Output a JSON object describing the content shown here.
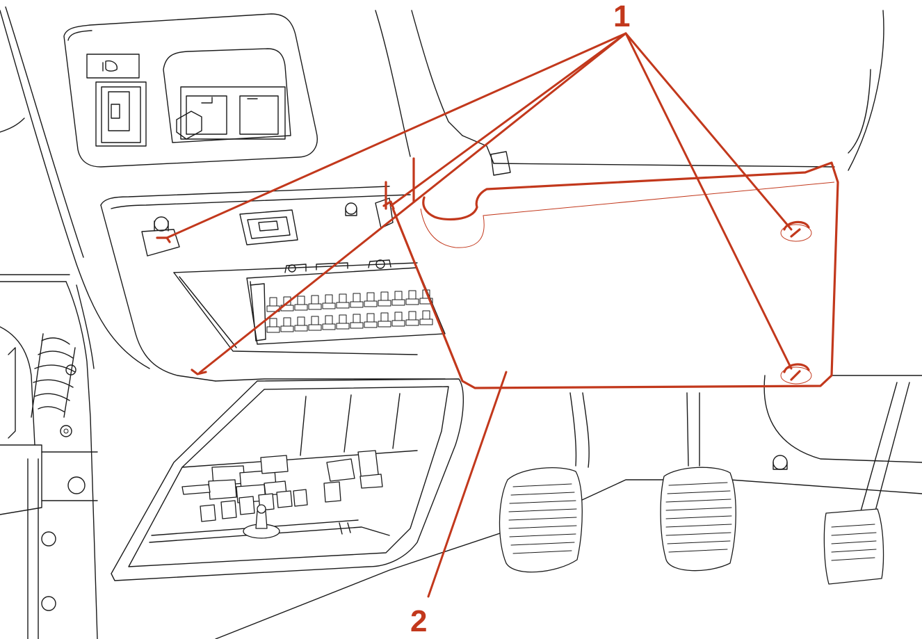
{
  "diagram": {
    "accent_color": "#c2381c",
    "line_color": "#1a1a1a",
    "background": "#ffffff",
    "callouts": [
      {
        "id": "callout-1",
        "label": "1",
        "targets": [
          "screw-upper-left",
          "screw-mid-left",
          "screw-lower-left",
          "screw-upper-right",
          "screw-lower-right"
        ]
      },
      {
        "id": "callout-2",
        "label": "2",
        "targets": [
          "lower-dash-trim-panel"
        ]
      }
    ],
    "parts": [
      "lower-dash-trim-panel",
      "fastening-screws",
      "fuse-box",
      "relay-tray",
      "instrument-switch-panel",
      "clutch-pedal",
      "brake-pedal",
      "accelerator-pedal"
    ]
  }
}
